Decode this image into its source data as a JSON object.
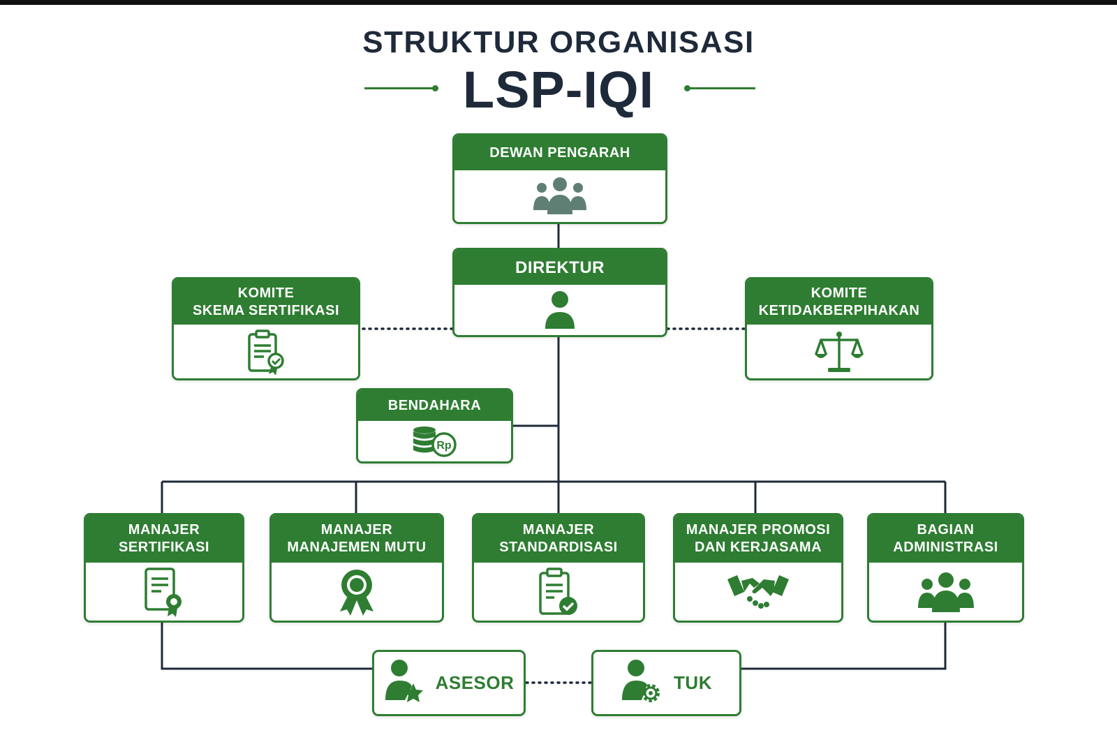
{
  "title": {
    "line1": "STRUKTUR ORGANISASI",
    "line2": "LSP-IQI"
  },
  "colors": {
    "accent": "#2e7d32",
    "icon_gray": "#5f7f74",
    "title": "#1e2a3a",
    "line": "#1e2a3a"
  },
  "nodes": {
    "dewan_pengarah": {
      "label": "DEWAN PENGARAH",
      "icon": "group-icon"
    },
    "direktur": {
      "label": "DIREKTUR",
      "icon": "person-icon"
    },
    "komite_skema": {
      "line1": "KOMITE",
      "line2": "SKEMA SERTIFIKASI",
      "icon": "clipboard-certificate-icon"
    },
    "komite_ketidakberpihakan": {
      "line1": "KOMITE",
      "line2": "KETIDAKBERPIHAKAN",
      "icon": "scales-icon"
    },
    "bendahara": {
      "label": "BENDAHARA",
      "icon": "coins-rp-icon"
    },
    "manajer_sertifikasi": {
      "line1": "MANAJER",
      "line2": "SERTIFIKASI",
      "icon": "certificate-icon"
    },
    "manajer_mutu": {
      "line1": "MANAJER",
      "line2": "MANAJEMEN MUTU",
      "icon": "award-ribbon-icon"
    },
    "manajer_standardisasi": {
      "line1": "MANAJER",
      "line2": "STANDARDISASI",
      "icon": "clipboard-check-icon"
    },
    "manajer_promosi": {
      "line1": "MANAJER PROMOSI",
      "line2": "DAN KERJASAMA",
      "icon": "handshake-icon"
    },
    "bagian_administrasi": {
      "line1": "BAGIAN",
      "line2": "ADMINISTRASI",
      "icon": "group-icon"
    },
    "asesor": {
      "label": "ASESOR",
      "icon": "person-star-icon"
    },
    "tuk": {
      "label": "TUK",
      "icon": "person-gear-icon"
    }
  }
}
